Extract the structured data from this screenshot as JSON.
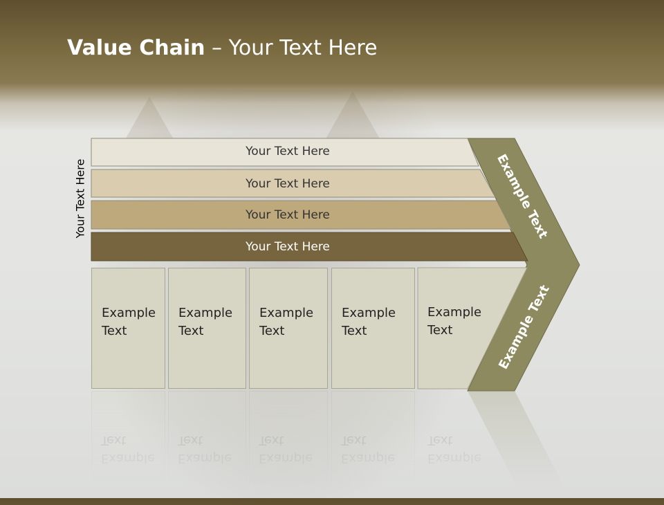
{
  "slide": {
    "title_bold": "Value Chain",
    "title_rest": " – Your Text Here",
    "vertical_label": "Your Text Here"
  },
  "bars": [
    {
      "label": "Your Text Here"
    },
    {
      "label": "Your Text Here"
    },
    {
      "label": "Your Text Here"
    },
    {
      "label": "Your Text Here"
    }
  ],
  "cards": [
    {
      "line1": "Example",
      "line2": "Text"
    },
    {
      "line1": "Example",
      "line2": "Text"
    },
    {
      "line1": "Example",
      "line2": "Text"
    },
    {
      "line1": "Example",
      "line2": "Text"
    },
    {
      "line1": "Example",
      "line2": "Text"
    }
  ],
  "chevron": {
    "upper_label": "Example Text",
    "lower_label": "Example Text"
  },
  "colors": {
    "bar1": "#e9e4d8",
    "bar2": "#d9ccaf",
    "bar3": "#bda97c",
    "bar4": "#76653f",
    "card": "#d7d5c3",
    "chevron": "#8c8a5e"
  }
}
